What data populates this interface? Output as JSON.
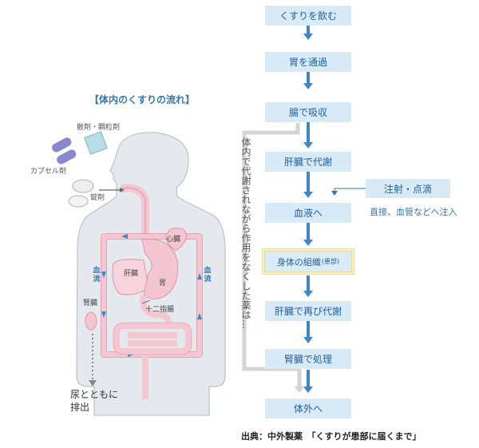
{
  "diagram": {
    "title": "【体内のくすりの流れ】",
    "drug_forms": {
      "powder_granule": "散剤・顆粒剤",
      "capsule": "カプセル剤",
      "tablet": "錠剤"
    },
    "organs": {
      "heart": "心臓",
      "liver": "肝臓",
      "stomach": "胃",
      "duodenum": "十二指腸",
      "kidney": "腎臓"
    },
    "blood_flow": "血流",
    "excretion": [
      "尿とともに",
      "排出"
    ]
  },
  "flow": {
    "steps": [
      {
        "label": "くすりを飲む"
      },
      {
        "label": "胃を通過"
      },
      {
        "label": "腸で吸収"
      },
      {
        "label": "肝臓で代謝"
      },
      {
        "label": "血液へ"
      },
      {
        "label": "身体の組織",
        "note": "(患部)",
        "highlight": true
      },
      {
        "label": "肝臓で再び代謝"
      },
      {
        "label": "腎臓で処理"
      },
      {
        "label": "体外へ"
      }
    ],
    "side_note": "体内で代謝されながら作用をなくした薬は…",
    "injection": {
      "label": "注射・点滴",
      "note": "直接、血管などへ注入"
    }
  },
  "source": "出典：中外製薬　「くすりが患部に届くまで」",
  "colors": {
    "step_bg": "#d9eaf7",
    "step_text": "#1f5f9e",
    "arrow": "#3f86c6",
    "blood_vessel": "#f4c6d2",
    "body": "#e5e9ed"
  }
}
